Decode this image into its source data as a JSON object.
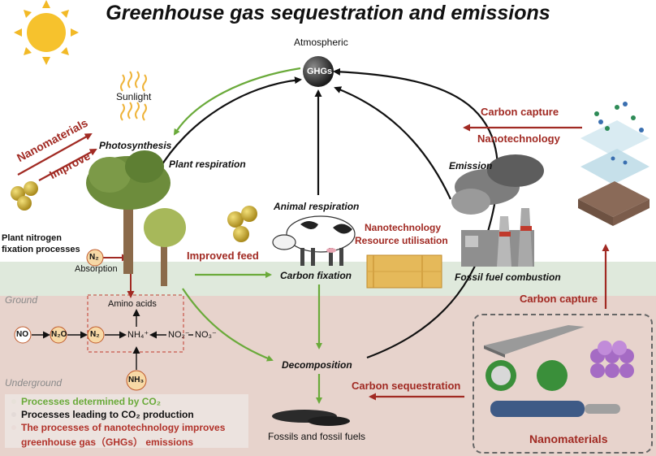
{
  "title": "Greenhouse gas sequestration and emissions",
  "atmosphere": {
    "label": "Atmospheric",
    "node": "GHGs"
  },
  "sun": {
    "label": "Sunlight"
  },
  "processes": {
    "photosynthesis": "Photosynthesis",
    "plant_respiration": "Plant respiration",
    "animal_respiration": "Animal respiration",
    "emission": "Emission",
    "carbon_fixation": "Carbon fixation",
    "decomposition": "Decomposition",
    "fossil_fuel_combustion": "Fossil fuel combustion",
    "fossils": "Fossils and fossil fuels"
  },
  "nano_labels": {
    "nanomaterials_top": "Nanomaterials",
    "improve": "Improve",
    "improved_feed": "Improved feed",
    "nanotech_line1": "Nanotechnology",
    "nanotech_line2": "Resource utilisation",
    "carbon_capture_top": "Carbon capture",
    "nanotechnology_right": "Nanotechnology",
    "carbon_capture_mid": "Carbon capture",
    "carbon_sequestration": "Carbon sequestration",
    "nanomaterials_box": "Nanomaterials"
  },
  "nitrogen": {
    "fixation_line1": "Plant nitrogen",
    "fixation_line2": "fixation processes",
    "n2_badge": "N₂",
    "absorption": "Absorption",
    "amino_acids": "Amino acids",
    "no": "NO",
    "n2o": "N₂O",
    "n2": "N₂",
    "nh4": "NH₄⁺",
    "no2": "NO₂⁻",
    "no3": "NO₃⁻",
    "nh3": "NH₃"
  },
  "zones": {
    "ground": "Ground",
    "underground": "Underground"
  },
  "legend": [
    {
      "text": "Processes determined by CO₂",
      "color": "#6aaa3a"
    },
    {
      "text": "Processes leading to CO₂ production",
      "color": "#111111"
    },
    {
      "text": "The processes of nanotechnology improves",
      "color": "#b1322a"
    },
    {
      "text": "greenhouse gas（GHGs） emissions",
      "color": "#b1322a"
    }
  ],
  "colors": {
    "green_arrow": "#6aaa3a",
    "black_arrow": "#111111",
    "red_arrow": "#a12a23",
    "ground": "#dfe9dc",
    "underground": "#e7d3cc"
  },
  "icons": [
    "sun-icon",
    "ghg-sphere-icon",
    "tree-icon",
    "nanoparticle-icon",
    "cow-icon",
    "hay-bale-icon",
    "factory-icon",
    "capture-membrane-icon",
    "graphene-sheet-icon",
    "nanotube-icon",
    "fullerene-icon",
    "fossil-deposit-icon"
  ]
}
